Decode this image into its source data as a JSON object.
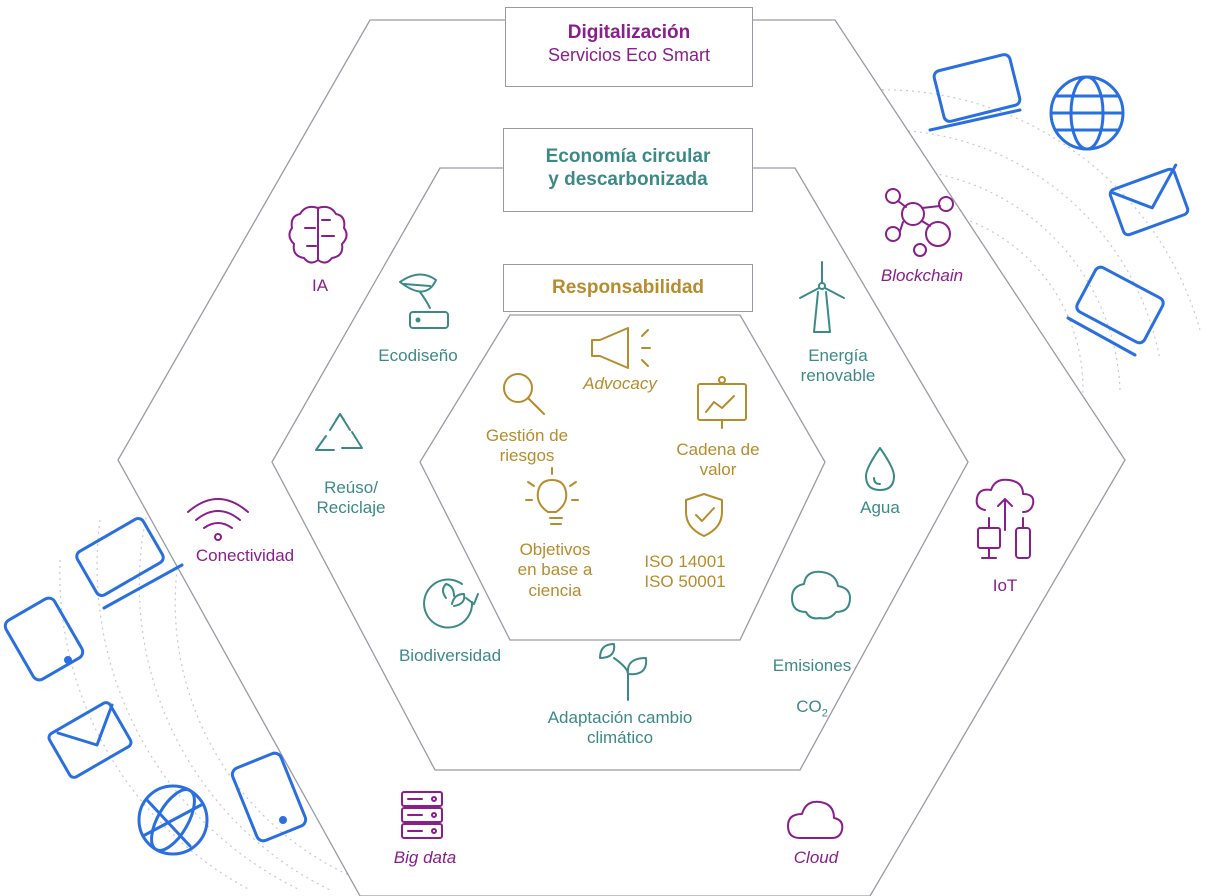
{
  "colors": {
    "outer": "#8a1e8c",
    "middle": "#3c8a88",
    "inner": "#b68c2c",
    "devices": "#2a6fe0",
    "lines": "#9a9aa6"
  },
  "boxes": {
    "outer_title": "Digitalización",
    "outer_subtitle": "Servicios Eco Smart",
    "middle_title": "Economía circular\ny descarbonizada",
    "inner_title": "Responsabilidad"
  },
  "outer_items": {
    "ia": "IA",
    "blockchain": "Blockchain",
    "conectividad": "Conectividad",
    "iot": "IoT",
    "big_data": "Big data",
    "cloud": "Cloud"
  },
  "middle_items": {
    "ecodiseno": "Ecodiseño",
    "energia": "Energía\nrenovable",
    "reuso": "Reúso/\nReciclaje",
    "agua": "Agua",
    "biodiversidad": "Biodiversidad",
    "emisiones": "Emisiones",
    "emisiones_sub": "CO",
    "emisiones_subscript": "2",
    "adaptacion": "Adaptación cambio\nclimático"
  },
  "inner_items": {
    "advocacy": "Advocacy",
    "gestion": "Gestión de\nriesgos",
    "cadena": "Cadena de\nvalor",
    "objetivos": "Objetivos\nen base a\nciencia",
    "iso": "ISO 14001\nISO 50001"
  },
  "icons": [
    "brain-icon",
    "molecule-network-icon",
    "wifi-icon",
    "cloud-network-icon",
    "server-icon",
    "cloud-icon",
    "leaf-router-icon",
    "wind-turbine-icon",
    "recycle-icon",
    "water-drop-icon",
    "plant-cycle-icon",
    "co2-cloud-icon",
    "sprout-icon",
    "megaphone-icon",
    "magnifier-icon",
    "presentation-board-icon",
    "lightbulb-icon",
    "shield-check-icon",
    "laptop-icon",
    "globe-icon",
    "envelope-icon",
    "tablet-icon"
  ]
}
